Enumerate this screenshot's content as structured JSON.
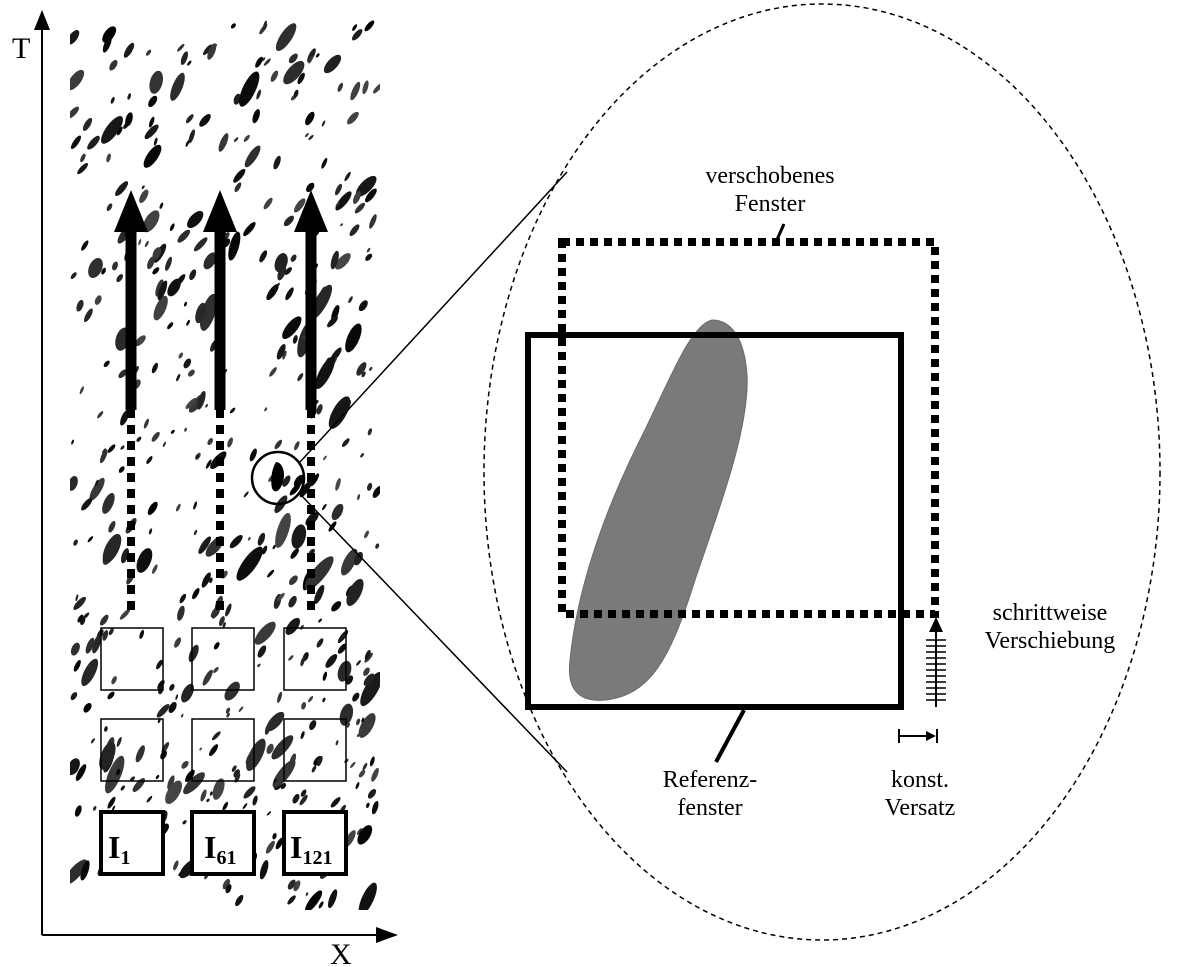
{
  "axes": {
    "y_label": "T",
    "x_label": "X"
  },
  "windows": [
    {
      "base": "I",
      "sub": "1"
    },
    {
      "base": "I",
      "sub": "61"
    },
    {
      "base": "I",
      "sub": "121"
    }
  ],
  "zoom": {
    "shifted_window_line1": "verschobenes",
    "shifted_window_line2": "Fenster",
    "reference_window_line1": "Referenz-",
    "reference_window_line2": "fenster",
    "stepwise_line1": "schrittweise",
    "stepwise_line2": "Verschiebung",
    "offset_line1": "konst.",
    "offset_line2": "Versatz"
  },
  "colors": {
    "particle": "#7a7a7a",
    "ink": "#000000"
  }
}
